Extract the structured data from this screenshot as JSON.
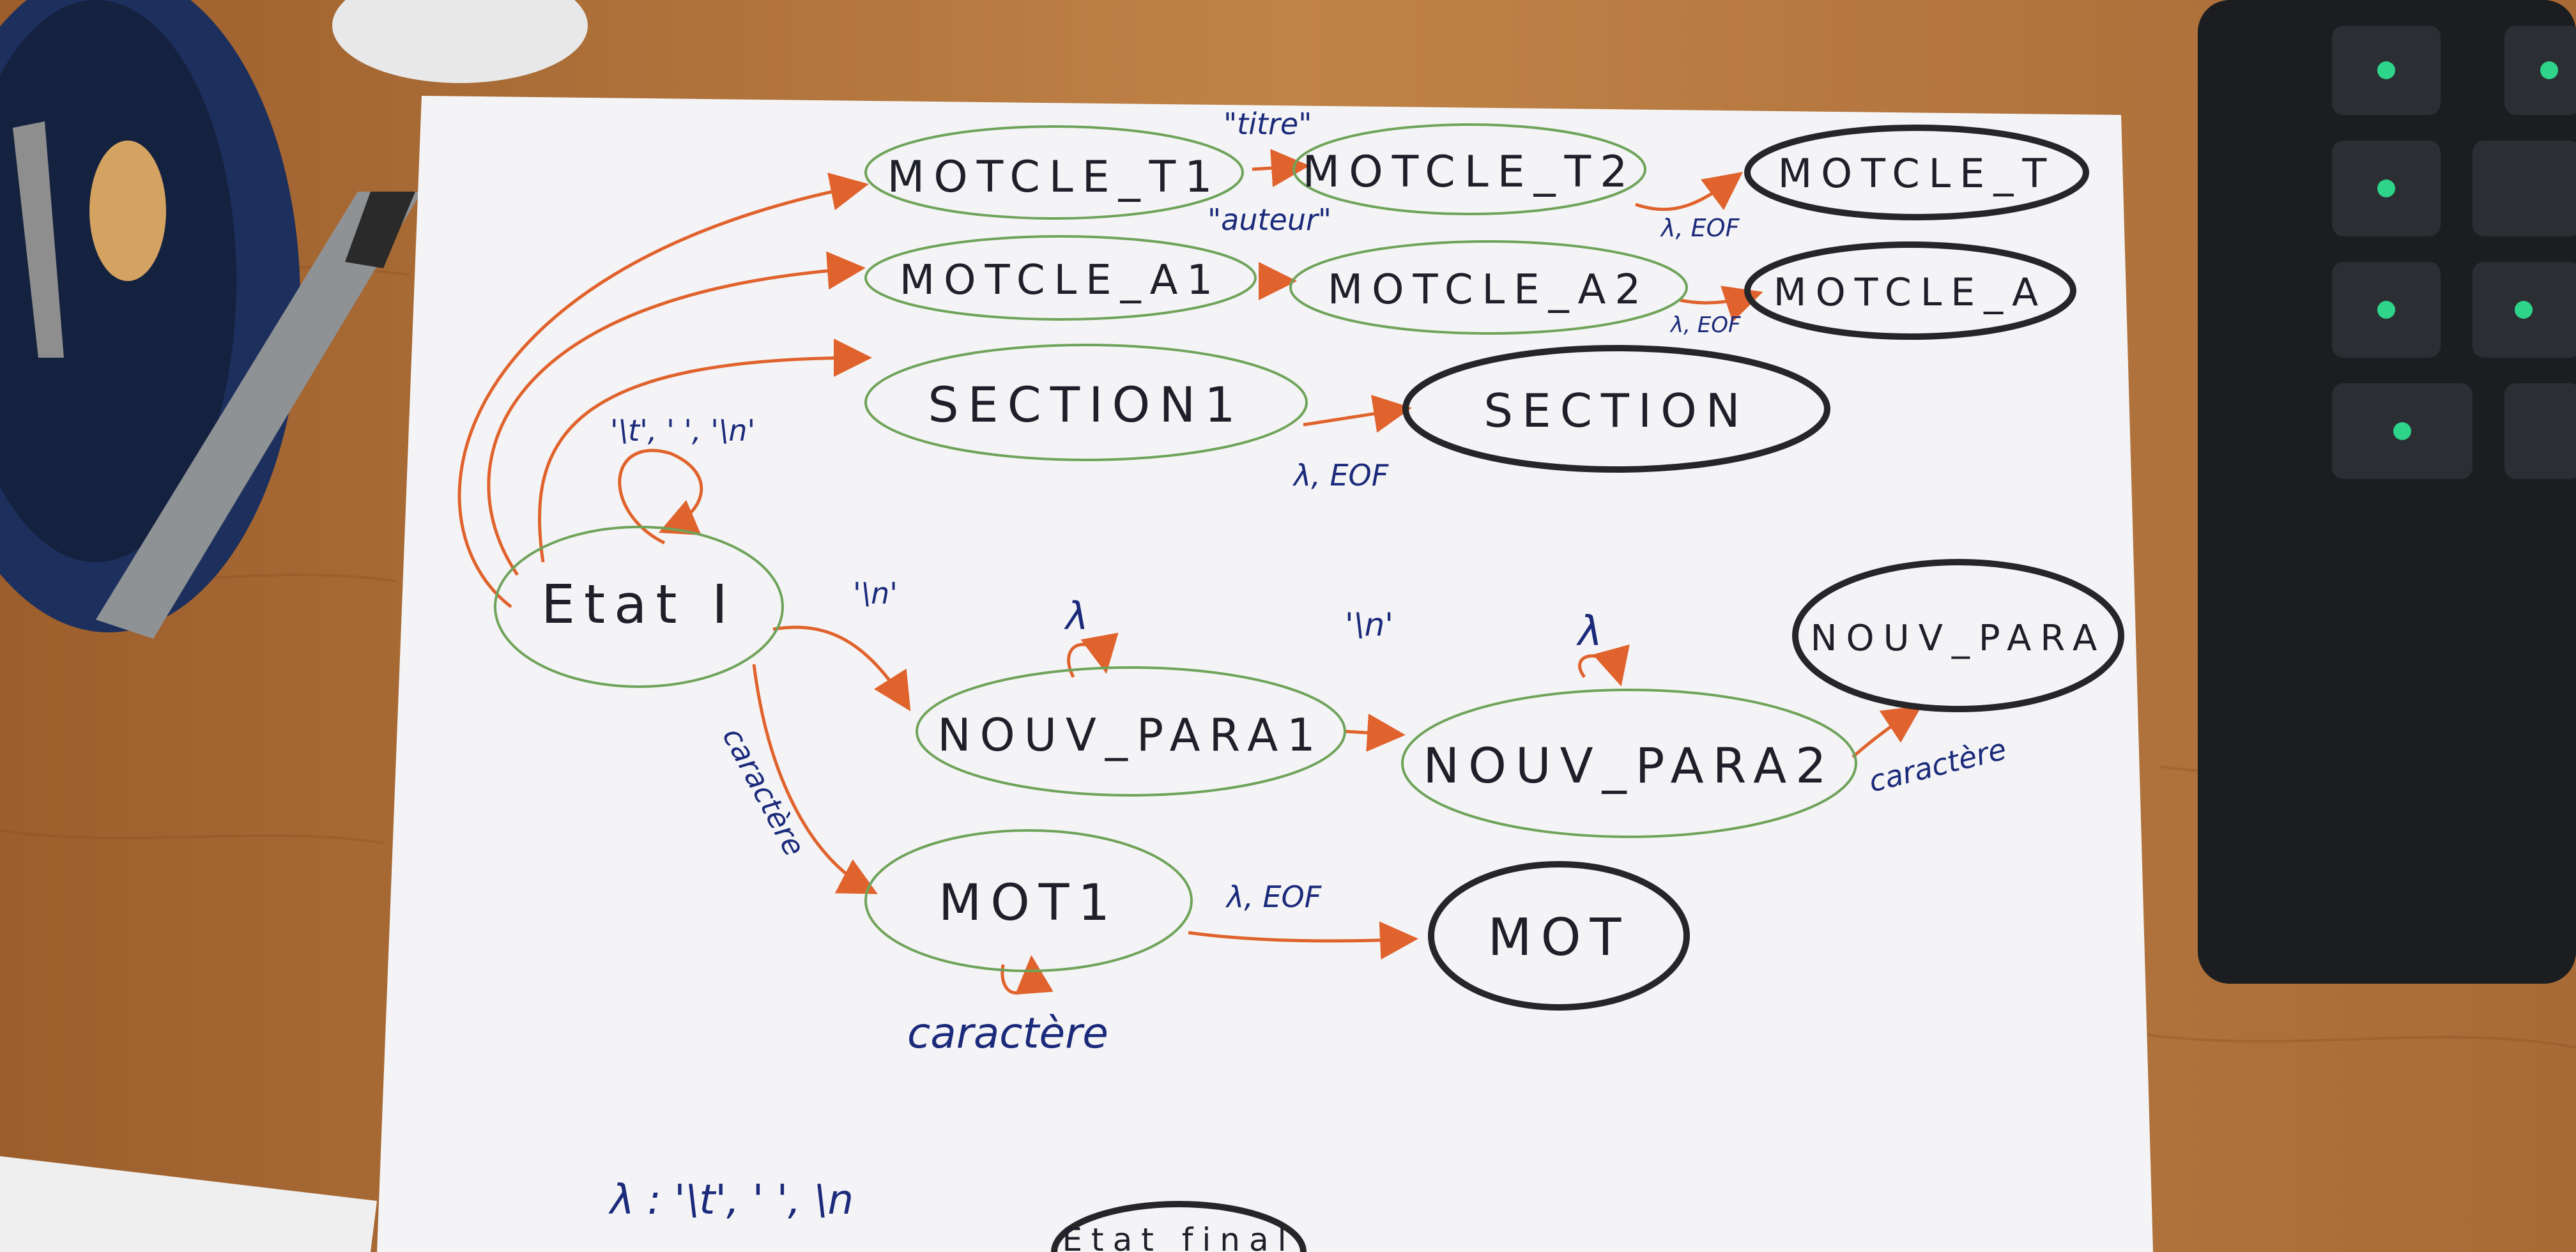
{
  "colors": {
    "paper": "#f4f4f6",
    "state_outline": "#6fa35a",
    "final_outline": "#262629",
    "arrow": "#e0622c",
    "label_ink": "#1b2a7a"
  },
  "states": {
    "etat_i": "Etat I",
    "motcle_t1": "MOTCLE_T1",
    "motcle_t2": "MOTCLE_T2",
    "motcle_a1": "MOTCLE_A1",
    "motcle_a2": "MOTCLE_A2",
    "section1": "SECTION1",
    "nouv_para1": "NOUV_PARA1",
    "nouv_para2": "NOUV_PARA2",
    "mot1": "MOT1"
  },
  "final_states": {
    "motcle_t": "MOTCLE_T",
    "motcle_a": "MOTCLE_A",
    "section": "SECTION",
    "nouv_para": "NOUV_PARA",
    "mot": "MOT",
    "etat_final": "Etat final"
  },
  "edge_labels": {
    "titre": "\"titre\"",
    "auteur": "\"auteur\"",
    "lambda_eof_t": "λ, EOF",
    "lambda_eof_a": "λ, EOF",
    "lambda_eof_section": "λ, EOF",
    "lambda_eof_mot": "λ, EOF",
    "self_etat": "'\\t', ' ', '\\n'",
    "newline_1": "'\\n'",
    "newline_2": "'\\n'",
    "lambda_np1": "λ",
    "lambda_np2": "λ",
    "caractere_np": "caractère",
    "caractere_etat": "caractère",
    "caractere_mot": "caractère"
  },
  "legend": {
    "text": "λ : '\\t', ' ', \\n"
  }
}
